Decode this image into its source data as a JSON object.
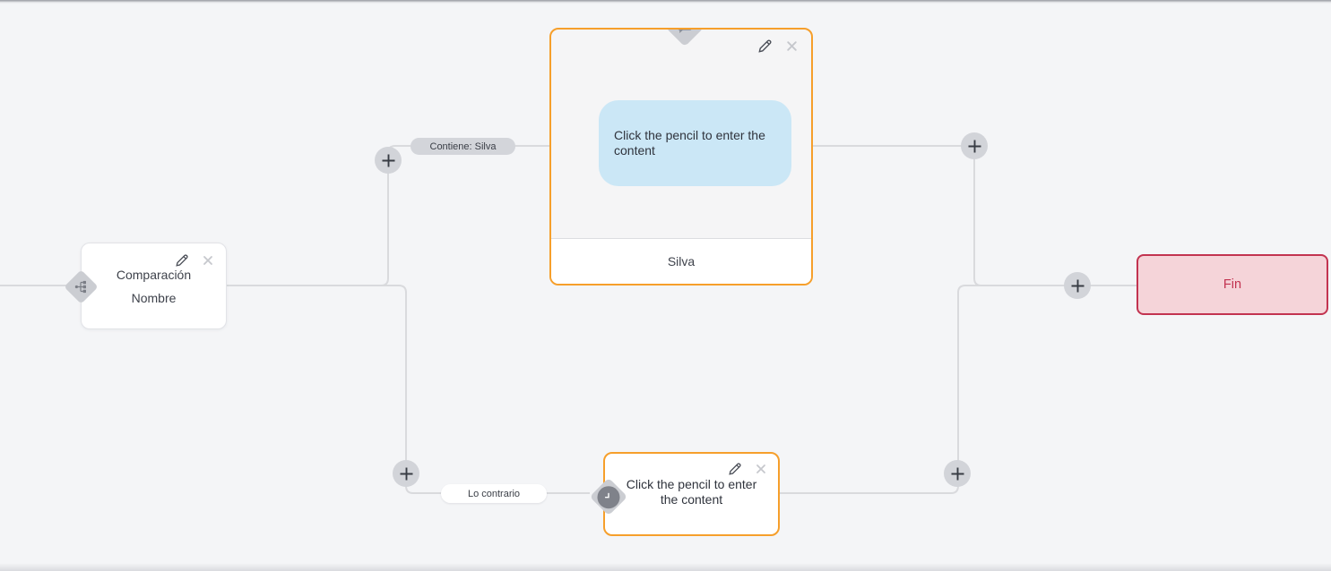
{
  "canvas": {
    "background": "#f4f5f7",
    "wire_color": "#d9dadd"
  },
  "colors": {
    "accent_orange": "#f69f2b",
    "end_red": "#c23350",
    "end_background": "#f5d4d9",
    "bubble_blue": "#cbe7f6",
    "pill_gray": "#d3d5da",
    "diamond_gray": "#cbcdd2"
  },
  "icons": {
    "condition_badge": "sitemap-icon",
    "message_badge": "chat-bubble-icon",
    "delay_badge": "clock-icon",
    "edit": "pencil-icon",
    "remove": "close-icon",
    "add": "plus-icon"
  },
  "nodes": {
    "condition": {
      "title": "Comparación",
      "subtitle": "Nombre"
    },
    "message": {
      "placeholder": "Click the pencil to enter the content",
      "footer": "Silva"
    },
    "delay": {
      "placeholder": "Click the pencil to enter the content"
    },
    "end": {
      "label": "Fin"
    }
  },
  "edge_labels": {
    "match": "Contiene: Silva",
    "else": "Lo contrario"
  }
}
